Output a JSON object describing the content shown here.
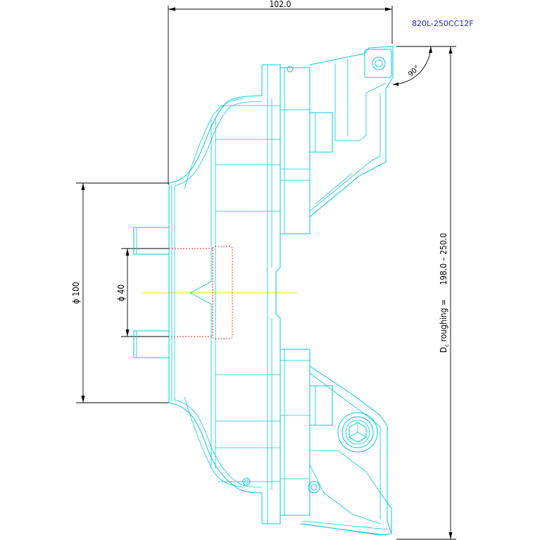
{
  "tool": {
    "designation": "820L-250CC12F"
  },
  "dimensions": {
    "overall_length": "102.0",
    "bore_diameter_outer": "ϕ 100",
    "bore_diameter_inner": "ϕ 40",
    "cut_diameter_label": "D",
    "cut_diameter_sub": "c",
    "cut_diameter_suffix": " roughing =",
    "cut_diameter_range": "198.0 – 250.0",
    "lead_angle": "90°"
  },
  "colors": {
    "body": "#00c8e6",
    "dimensions": "#000000",
    "interface": "#ff2020",
    "centerline": "#e6e600",
    "designation": "#2020ff"
  }
}
